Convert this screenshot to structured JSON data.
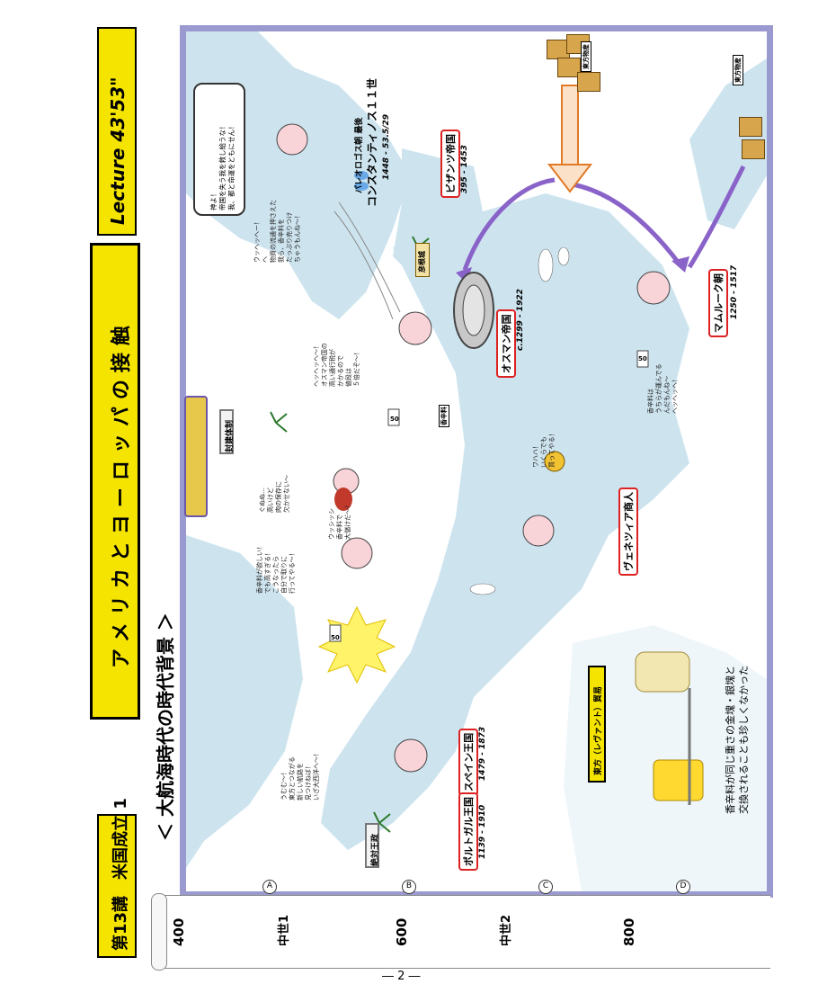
{
  "header": {
    "chapter_label": "第13講　米国成立 1",
    "lecture_time": "Lecture 43'53\"",
    "topic_title": "アメリカとヨーロッパの接触",
    "section_title": "＜ 大航海時代の時代背景 ＞"
  },
  "timeline": {
    "years": [
      "400",
      "600",
      "800"
    ],
    "periods": [
      "中世1",
      "中世2"
    ],
    "rows": [
      "A",
      "B",
      "C",
      "D"
    ]
  },
  "map": {
    "states": [
      {
        "name": "ビザンツ帝国",
        "dates": "395 - 1453"
      },
      {
        "name": "オスマン帝国",
        "dates": "c.1299 - 1922"
      },
      {
        "name": "マムルーク朝",
        "dates": "1250 - 1517"
      },
      {
        "name": "ヴェネツィア商人",
        "dates": ""
      },
      {
        "name": "スペイン王国",
        "dates": "1479 - 1873"
      },
      {
        "name": "ポルトガル王国",
        "dates": "1139 - 1910"
      }
    ],
    "ruler": {
      "name": "コンスタンティノス１１世",
      "title": "パレオロゴス朝 最後",
      "dates": "1448 - 53.5/29"
    },
    "monuments": {
      "feudal": "封建体制",
      "absolute": "絶対王政"
    },
    "constantinople_sign": "彦根城",
    "speech": "神よ！\n帝国を失う我を救し給うな！\n我、都と命運をともにせん！",
    "levant_trade": "東方（レヴァント）貿易",
    "spice_caption": "香辛料が同じ重さの金塊・銀塊と\n交換されることも珍しくなかった",
    "eastern_goods": "東方物産",
    "spice_tag": "香辛料",
    "tax_label": "50"
  },
  "notes": {
    "n1": "ウッヘッヘー！\nヘ\n物資の流通を押さえた\n我ら、香辛料を\nたっぷり売りつけ\nちゃうもんね～！",
    "n2": "ヘッヘッヘ〜！\nオスマン帝国の\n高い通行税が\nかかるので\n値段は\n５倍だぞ～！",
    "n3": "香辛料は\nうちらが運んでる\nんだもんね～\nヘッヘッヘ！",
    "n4": "ぐぬぬ…\n高いけど\n肉の保存に\n欠かせない～",
    "n5": "香辛料が欲しい！\nでも高すぎる！\nこうなったら\n自分で取りに\n行ってやる～！",
    "n6": "うむむ～！\n東方とつながる\n新しい航路を\n見つけねば！\nいざ大西洋へ～！",
    "n7": "ワハハ！\nいくらでも\n買ってやる！",
    "n8": "ウッシッシ\n香辛料で\n大儲けだ～！"
  },
  "footer": {
    "page": "― 2 ―"
  },
  "colors": {
    "ribbon": "#f4e400",
    "sea": "#cde4ef",
    "land": "#ffffff",
    "frame": "#9a9ad0",
    "accent": "#d22222",
    "arrow": "#8a63c9"
  }
}
